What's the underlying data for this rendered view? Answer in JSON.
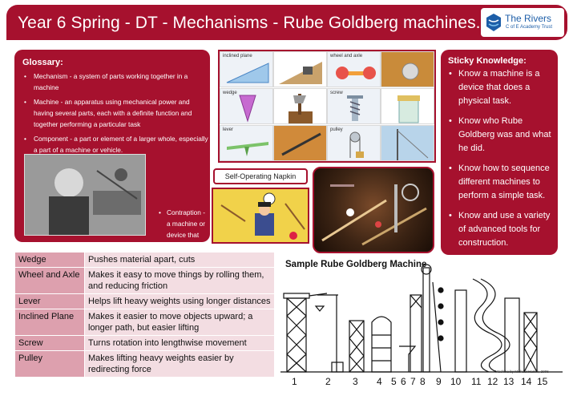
{
  "header": {
    "title": "Year 6 Spring - DT - Mechanisms - Rube Goldberg machines."
  },
  "logo": {
    "name": "The Rivers",
    "subtitle": "C of E Academy Trust"
  },
  "glossary": {
    "title": "Glossary:",
    "items": [
      "Mechanism - a system of parts working together in a machine",
      "Machine - an apparatus using mechanical power and having several parts, each with a definite function and together performing a particular task",
      "Component - a part or element of a larger whole, especially a part of a machine or vehicle."
    ],
    "extra": "Contraption - a machine or device that appears strange or unnecessarily complicated"
  },
  "machines": {
    "labels": [
      "inclined plane",
      "wheel and axle",
      "wedge",
      "screw",
      "lever",
      "pulley"
    ]
  },
  "sticky": {
    "title": "Sticky Knowledge:",
    "items": [
      "Know a machine is a device that does a physical task.",
      "Know who Rube Goldberg was and what he did.",
      "Know how to sequence different machines to perform a simple task.",
      "Know and use a variety of advanced tools for construction."
    ]
  },
  "napkin": {
    "label": "Self-Operating Napkin"
  },
  "terms": [
    {
      "term": "Wedge",
      "desc": "Pushes material apart, cuts"
    },
    {
      "term": "Wheel and Axle",
      "desc": "Makes it easy to move things by rolling them, and reducing friction"
    },
    {
      "term": "Lever",
      "desc": "Helps lift heavy weights using longer distances"
    },
    {
      "term": "Inclined Plane",
      "desc": "Makes it easier to move objects upward; a longer path, but easier lifting"
    },
    {
      "term": "Screw",
      "desc": "Turns rotation into lengthwise movement"
    },
    {
      "term": "Pulley",
      "desc": "Makes lifting heavy weights easier by redirecting force"
    }
  ],
  "sample": {
    "title": "Sample Rube Goldberg Machine",
    "numbers": [
      "1",
      "2",
      "3",
      "4",
      "5",
      "6",
      "7",
      "8",
      "9",
      "10",
      "11",
      "12",
      "13",
      "14",
      "15"
    ],
    "credit": "Machine by Michael Hamm, 2006"
  },
  "colors": {
    "accent": "#a6112e",
    "term_bg": "#dda0ae",
    "desc_bg": "#f3dde2",
    "logo": "#1d5ea8"
  }
}
